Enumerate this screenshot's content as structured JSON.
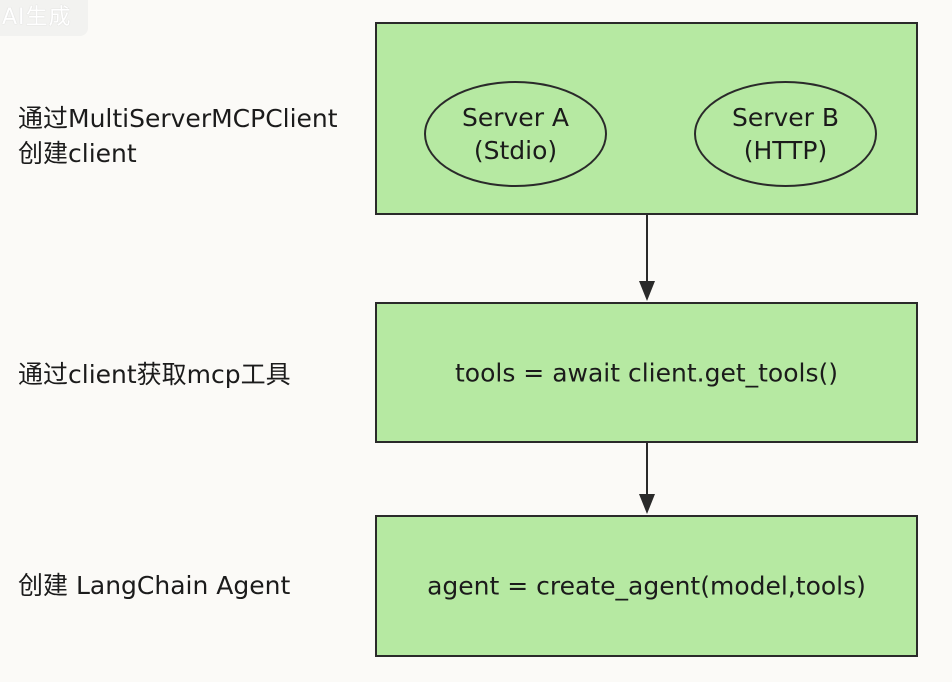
{
  "watermark": "AI生成",
  "steps": [
    {
      "label_lines": [
        "通过MultiServerMCPClient",
        "创建client"
      ],
      "servers": [
        {
          "name": "Server A",
          "transport": "(Stdio)"
        },
        {
          "name": "Server B",
          "transport": "(HTTP)"
        }
      ]
    },
    {
      "label_lines": [
        "通过client获取mcp工具"
      ],
      "code": "tools = await  client.get_tools()"
    },
    {
      "label_lines": [
        "创建 LangChain Agent"
      ],
      "code": "agent = create_agent(model,tools)"
    }
  ],
  "colors": {
    "box_fill": "#b6e9a2",
    "stroke": "#2a2a2a",
    "background": "#fbfaf7"
  }
}
